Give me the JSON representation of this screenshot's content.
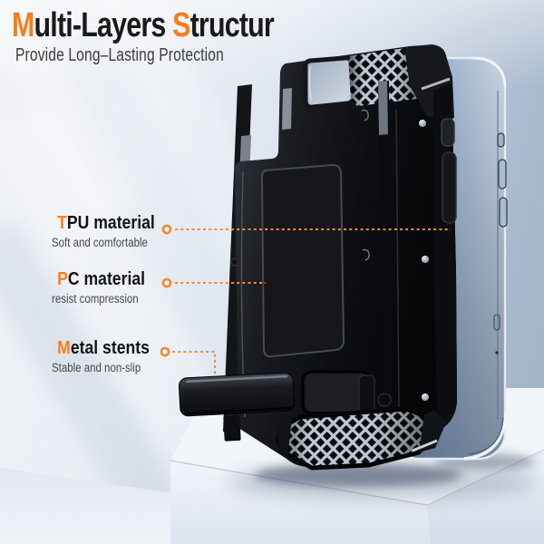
{
  "header": {
    "title_parts": [
      "M",
      "ulti-Layers ",
      "S",
      "tructur"
    ],
    "subtitle": "Provide Long–Lasting Protection"
  },
  "callouts": [
    {
      "highlight": "T",
      "rest": "PU material",
      "description": "Soft and comfortable"
    },
    {
      "highlight": "P",
      "rest": "C material",
      "description": "resist compression"
    },
    {
      "highlight": "M",
      "rest": "etal stents",
      "description": "Stable and non-slip"
    }
  ],
  "scene": {
    "objects": [
      "rugged-armor-phone-case",
      "blue-smartphone",
      "extended-kickstand",
      "white-display-pedestal"
    ],
    "connector_style": "orange-dotted-line-with-ring-dot"
  },
  "colors": {
    "accent_orange": "#f57d1e",
    "title_text": "#19191b",
    "subtitle_text": "#3b3b3d",
    "description_text": "#48484c",
    "case_black": "#111216",
    "phone_blue": "#a3b6cf",
    "pedestal_white": "#f0f3f8",
    "background_light": "#eff2f6",
    "background_dark": "#9db1c7"
  }
}
